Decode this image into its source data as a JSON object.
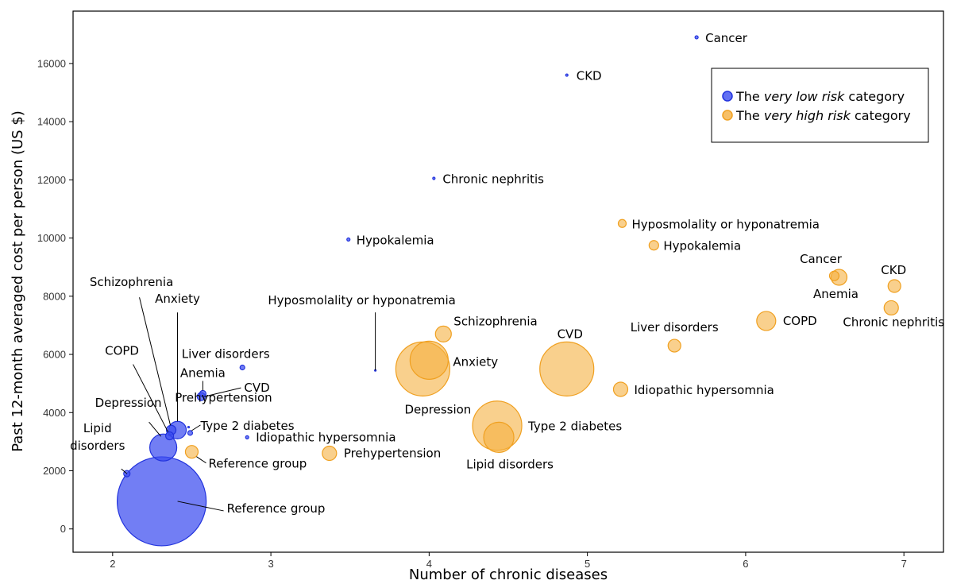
{
  "chart_data": {
    "type": "scatter",
    "xlabel": "Number of chronic diseases",
    "ylabel": "Past 12-month averaged cost per person (US $)",
    "xlim": [
      1.75,
      7.25
    ],
    "ylim": [
      -800,
      17800
    ],
    "x_ticks": [
      2,
      3,
      4,
      5,
      6,
      7
    ],
    "y_ticks": [
      0,
      2000,
      4000,
      6000,
      8000,
      10000,
      12000,
      14000,
      16000
    ],
    "grid": false,
    "legend_placement": "top-right",
    "legend": {
      "items": [
        {
          "pre": "The ",
          "emph": "very low risk",
          "post": " category",
          "color": "#3b4cf0"
        },
        {
          "pre": "The ",
          "emph": "very high risk",
          "post": " category",
          "color": "#f5b041"
        }
      ]
    },
    "series": [
      {
        "name": "The very low risk category",
        "color": "#3b4cf0",
        "points": [
          {
            "label": "Reference group",
            "x": 2.31,
            "y": 950,
            "size": 56
          },
          {
            "label": "Lipid disorders",
            "x": 2.09,
            "y": 1900,
            "size": 4
          },
          {
            "label": "Depression",
            "x": 2.32,
            "y": 2800,
            "size": 17
          },
          {
            "label": "COPD",
            "x": 2.36,
            "y": 3200,
            "size": 5
          },
          {
            "label": "Schizophrenia",
            "x": 2.37,
            "y": 3400,
            "size": 6
          },
          {
            "label": "Anxiety",
            "x": 2.41,
            "y": 3400,
            "size": 11
          },
          {
            "label": "Prehypertension",
            "x": 2.48,
            "y": 3500,
            "size": 1
          },
          {
            "label": "Type 2 diabetes",
            "x": 2.49,
            "y": 3300,
            "size": 3
          },
          {
            "label": "CVD",
            "x": 2.56,
            "y": 4550,
            "size": 5
          },
          {
            "label": "Anemia",
            "x": 2.57,
            "y": 4650,
            "size": 4
          },
          {
            "label": "Liver disorders",
            "x": 2.82,
            "y": 5550,
            "size": 3
          },
          {
            "label": "Idiopathic hypersomnia",
            "x": 2.85,
            "y": 3150,
            "size": 2
          },
          {
            "label": "Hyposmolality or hyponatremia",
            "x": 3.66,
            "y": 5450,
            "size": 1
          },
          {
            "label": "Hypokalemia",
            "x": 3.49,
            "y": 9950,
            "size": 2
          },
          {
            "label": "Chronic nephritis",
            "x": 4.03,
            "y": 12050,
            "size": 1.5
          },
          {
            "label": "CKD",
            "x": 4.87,
            "y": 15600,
            "size": 1.5
          },
          {
            "label": "Cancer",
            "x": 5.69,
            "y": 16900,
            "size": 2
          }
        ]
      },
      {
        "name": "The very high risk category",
        "color": "#f5b041",
        "points": [
          {
            "label": "Reference group",
            "x": 2.5,
            "y": 2650,
            "size": 8
          },
          {
            "label": "Prehypertension",
            "x": 3.37,
            "y": 2600,
            "size": 9
          },
          {
            "label": "Depression",
            "x": 3.96,
            "y": 5500,
            "size": 34
          },
          {
            "label": "Anxiety",
            "x": 4.0,
            "y": 5800,
            "size": 24
          },
          {
            "label": "Schizophrenia",
            "x": 4.09,
            "y": 6700,
            "size": 10
          },
          {
            "label": "Type 2 diabetes",
            "x": 4.43,
            "y": 3550,
            "size": 31
          },
          {
            "label": "Lipid disorders",
            "x": 4.44,
            "y": 3150,
            "size": 19
          },
          {
            "label": "CVD",
            "x": 4.87,
            "y": 5500,
            "size": 34
          },
          {
            "label": "Idiopathic hypersomnia",
            "x": 5.21,
            "y": 4800,
            "size": 9
          },
          {
            "label": "Hyposmolality or hyponatremia",
            "x": 5.22,
            "y": 10500,
            "size": 5
          },
          {
            "label": "Hypokalemia",
            "x": 5.42,
            "y": 9750,
            "size": 6
          },
          {
            "label": "Liver disorders",
            "x": 5.55,
            "y": 6300,
            "size": 8
          },
          {
            "label": "COPD",
            "x": 6.13,
            "y": 7150,
            "size": 12
          },
          {
            "label": "Cancer",
            "x": 6.56,
            "y": 8700,
            "size": 6
          },
          {
            "label": "Anemia",
            "x": 6.59,
            "y": 8650,
            "size": 10
          },
          {
            "label": "CKD",
            "x": 6.94,
            "y": 8350,
            "size": 8
          },
          {
            "label": "Chronic nephritis",
            "x": 6.92,
            "y": 7600,
            "size": 9
          }
        ]
      }
    ],
    "annotations": [
      {
        "series": 0,
        "point": 0,
        "text": "Reference group"
      },
      {
        "series": 0,
        "point": 1,
        "text": "Lipid disorders",
        "multiline": [
          "Lipid",
          "disorders"
        ]
      },
      {
        "series": 0,
        "point": 2,
        "text": "Depression"
      },
      {
        "series": 0,
        "point": 3,
        "text": "COPD"
      },
      {
        "series": 0,
        "point": 4,
        "text": "Schizophrenia"
      },
      {
        "series": 0,
        "point": 5,
        "text": "Anxiety"
      },
      {
        "series": 0,
        "point": 6,
        "text": "Prehypertension"
      },
      {
        "series": 0,
        "point": 7,
        "text": "Type 2 diabetes"
      },
      {
        "series": 0,
        "point": 8,
        "text": "CVD"
      },
      {
        "series": 0,
        "point": 9,
        "text": "Anemia"
      },
      {
        "series": 0,
        "point": 10,
        "text": "Liver disorders"
      },
      {
        "series": 0,
        "point": 11,
        "text": "Idiopathic hypersomnia"
      },
      {
        "series": 0,
        "point": 12,
        "text": "Hyposmolality or hyponatremia"
      },
      {
        "series": 0,
        "point": 13,
        "text": "Hypokalemia"
      },
      {
        "series": 0,
        "point": 14,
        "text": "Chronic nephritis"
      },
      {
        "series": 0,
        "point": 15,
        "text": "CKD"
      },
      {
        "series": 0,
        "point": 16,
        "text": "Cancer"
      },
      {
        "series": 1,
        "point": 0,
        "text": "Reference group"
      },
      {
        "series": 1,
        "point": 1,
        "text": "Prehypertension"
      },
      {
        "series": 1,
        "point": 2,
        "text": "Depression"
      },
      {
        "series": 1,
        "point": 3,
        "text": "Anxiety"
      },
      {
        "series": 1,
        "point": 4,
        "text": "Schizophrenia"
      },
      {
        "series": 1,
        "point": 5,
        "text": "Type 2 diabetes"
      },
      {
        "series": 1,
        "point": 6,
        "text": "Lipid disorders"
      },
      {
        "series": 1,
        "point": 7,
        "text": "CVD"
      },
      {
        "series": 1,
        "point": 8,
        "text": "Idiopathic hypersomnia"
      },
      {
        "series": 1,
        "point": 9,
        "text": "Hyposmolality or hyponatremia"
      },
      {
        "series": 1,
        "point": 10,
        "text": "Hypokalemia"
      },
      {
        "series": 1,
        "point": 11,
        "text": "Liver disorders"
      },
      {
        "series": 1,
        "point": 12,
        "text": "COPD"
      },
      {
        "series": 1,
        "point": 13,
        "text": "Cancer"
      },
      {
        "series": 1,
        "point": 14,
        "text": "Anemia"
      },
      {
        "series": 1,
        "point": 15,
        "text": "CKD"
      },
      {
        "series": 1,
        "point": 16,
        "text": "Chronic nephritis"
      }
    ]
  }
}
